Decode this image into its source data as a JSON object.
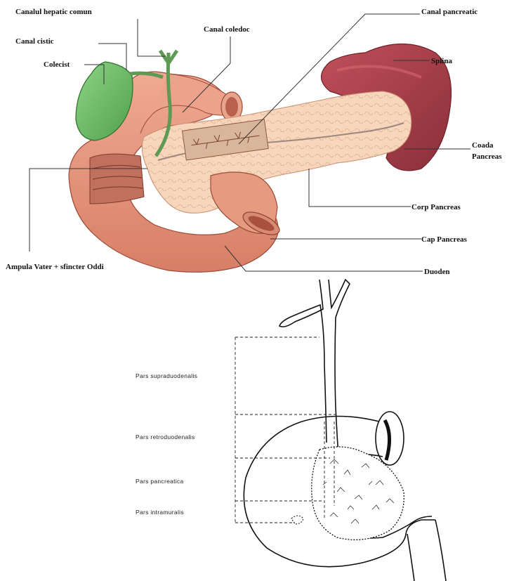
{
  "top_labels": {
    "canal_hepatic": "Canalul hepatic comun",
    "canal_cistic": "Canal cistic",
    "colecist": "Colecist",
    "canal_coledoc": "Canal coledoc",
    "canal_pancreatic": "Canal pancreatic",
    "splina": "Splina",
    "coada_1": "Coada",
    "coada_2": "Pancreas",
    "corp": "Corp Pancreas",
    "cap": "Cap Pancreas",
    "ampula": "Ampula Vater + sfincter Oddi",
    "duoden": "Duoden"
  },
  "bottom_labels": {
    "supra": "Pars supraduodenalis",
    "retro": "Pars retroduodenalis",
    "pancr": "Pars pancreatica",
    "intra": "Pars intramuralis"
  },
  "colors": {
    "gallbladder": "#6fbf6a",
    "spleen": "#a8404a",
    "pancreas": "#f6d3b5",
    "duodenum": "#e89a82",
    "duodenum_dark": "#c9715b"
  }
}
